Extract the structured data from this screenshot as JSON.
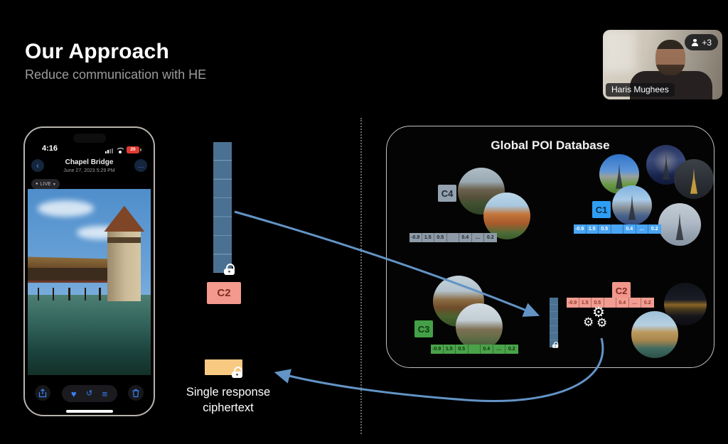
{
  "slide": {
    "title": "Our Approach",
    "subtitle": "Reduce communication with HE"
  },
  "webcam": {
    "name": "Haris Mughees",
    "participants_badge": "+3"
  },
  "phone": {
    "status_time": "4:16",
    "battery_percent": "20",
    "photo_title": "Chapel Bridge",
    "photo_date": "June 27, 2023  5:29 PM",
    "live_badge": "LIVE",
    "back_glyph": "‹",
    "more_glyph": "…"
  },
  "pipeline": {
    "query_cluster_label": "C2",
    "response_caption": "Single response ciphertext"
  },
  "database": {
    "title": "Global POI Database",
    "clusters": [
      {
        "id": "C4",
        "color": "#94a2b0",
        "vector": [
          "-0.9",
          "1.5",
          "0.5",
          "",
          "0.4",
          "…",
          "0.2"
        ]
      },
      {
        "id": "C1",
        "color": "#2f9df2",
        "vector": [
          "-0.9",
          "1.5",
          "0.5",
          "",
          "0.4",
          "…",
          "0.2"
        ]
      },
      {
        "id": "C3",
        "color": "#44a047",
        "vector": [
          "-0.9",
          "1.5",
          "0.5",
          "",
          "0.4",
          "…",
          "0.2"
        ]
      },
      {
        "id": "C2",
        "color": "#f2968c",
        "vector": [
          "-0.9",
          "1.5",
          "0.5",
          "",
          "0.4",
          "…",
          "0.2"
        ]
      }
    ],
    "poi_images": [
      "angkor-wat",
      "sagrada-familia",
      "eiffel-tower-day",
      "eiffel-tower-twilight",
      "eiffel-tower-night",
      "eiffel-tower-park",
      "eiffel-tower-overcast",
      "bran-castle",
      "corvin-castle",
      "chapel-bridge-night",
      "water-tower-day"
    ],
    "gear_glyph": "⚙"
  },
  "colors": {
    "arrow": "#6394c6",
    "encrypted_bar": "#4a7191",
    "response_bar": "#f7c981"
  }
}
